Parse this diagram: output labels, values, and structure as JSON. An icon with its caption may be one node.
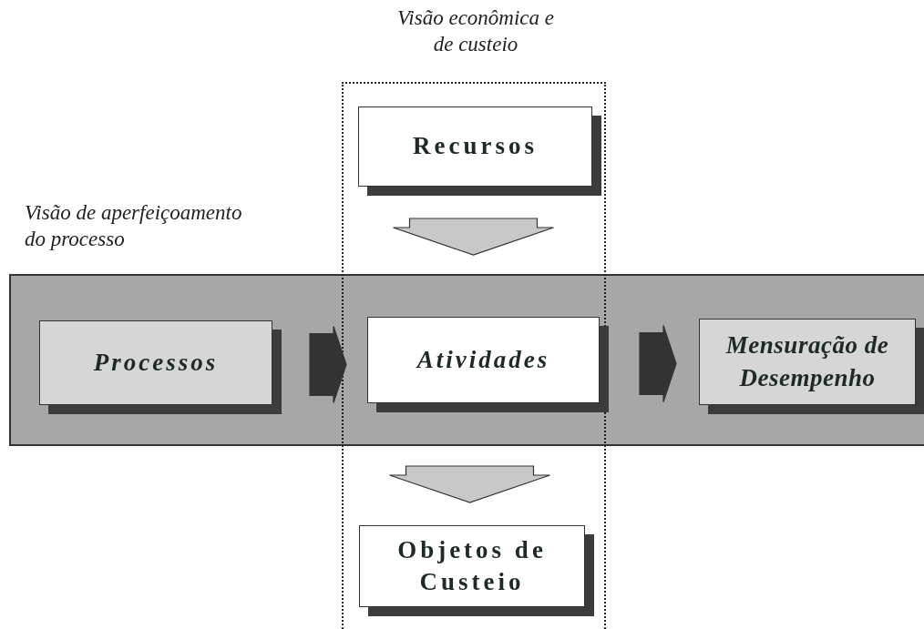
{
  "diagram": {
    "nodes": [
      {
        "text": [
          "Visão econômica e de custeio"
        ]
      },
      {
        "text": [
          "Visão de aperfeiçoamento do processo"
        ]
      },
      {
        "text": [
          "Recursos"
        ],
        "in": 0
      },
      {
        "text": [
          "Processos"
        ],
        "in": 1
      },
      {
        "text": [
          "Atividades"
        ]
      },
      {
        "text": [
          "Mensuração de Desempenho"
        ],
        "in": 1
      },
      {
        "text": [
          "Objetos de Custeio"
        ],
        "in": 0
      }
    ],
    "edges": [
      {
        "from": 2,
        "to": 4,
        "arrow": "to"
      },
      {
        "from": 3,
        "to": 4,
        "arrow": "to",
        "color": "#333333"
      },
      {
        "from": 4,
        "to": 5,
        "arrow": "to",
        "color": "#333333"
      },
      {
        "from": 4,
        "to": 6,
        "arrow": "to"
      }
    ]
  }
}
